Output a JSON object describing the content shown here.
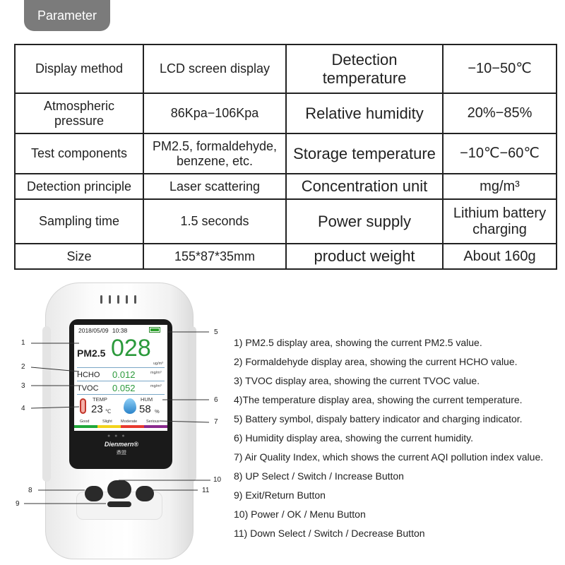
{
  "header": {
    "tab_label": "Parameter"
  },
  "spec_table": {
    "rows": [
      [
        "Display method",
        "LCD screen display",
        "Detection temperature",
        "−10−50℃"
      ],
      [
        "Atmospheric pressure",
        "86Kpa−106Kpa",
        "Relative humidity",
        "20%−85%"
      ],
      [
        "Test components",
        "PM2.5, formaldehyde, benzene, etc.",
        "Storage temperature",
        "−10℃−60℃"
      ],
      [
        "Detection principle",
        "Laser scattering",
        "Concentration unit",
        "mg/m³"
      ],
      [
        "Sampling time",
        "1.5 seconds",
        "Power supply",
        "Lithium battery charging"
      ],
      [
        "Size",
        "155*87*35mm",
        "product weight",
        "About 160g"
      ]
    ]
  },
  "device": {
    "date": "2018/05/09",
    "time": "10:38",
    "pm_label": "PM2.5",
    "pm_value": "028",
    "pm_unit": "ug/m³",
    "hcho_label": "HCHO",
    "hcho_value": "0.012",
    "hcho_unit": "mg/m³",
    "tvoc_label": "TVOC",
    "tvoc_value": "0.052",
    "tvoc_unit": "mg/m³",
    "temp_label": "TEMP",
    "temp_value": "23",
    "temp_unit": "℃",
    "hum_label": "HUM",
    "hum_value": "58",
    "hum_unit": "%",
    "aqi_labels": [
      "Good",
      "Slight",
      "Moderate",
      "Serious"
    ],
    "aqi_colors": [
      "#1fa83a",
      "#f2d31b",
      "#e83a2e",
      "#8a2a8e"
    ],
    "brand": "Dienmern®",
    "brand_cn": "鼎盟",
    "battery_color": "#2ca02c",
    "value_color": "#2c9a3c"
  },
  "callouts": [
    "1",
    "2",
    "3",
    "4",
    "5",
    "6",
    "7",
    "8",
    "9",
    "10",
    "11"
  ],
  "legend": [
    "1) PM2.5 display area, showing the current PM2.5 value.",
    "2) Formaldehyde display area, showing the current HCHO value.",
    "3) TVOC display area, showing the current TVOC value.",
    "4)The temperature display area, showing the current temperature.",
    "5) Battery symbol, dispaly battery indicator and charging indicator.",
    "6) Humidity display area, showing the current humidity.",
    "7) Air Quality Index, which shows the current AQI pollution index value.",
    "8) UP Select / Switch  / Increase Button",
    "9) Exit/Return Button",
    "10) Power / OK / Menu Button",
    "11) Down Select / Switch / Decrease Button"
  ]
}
